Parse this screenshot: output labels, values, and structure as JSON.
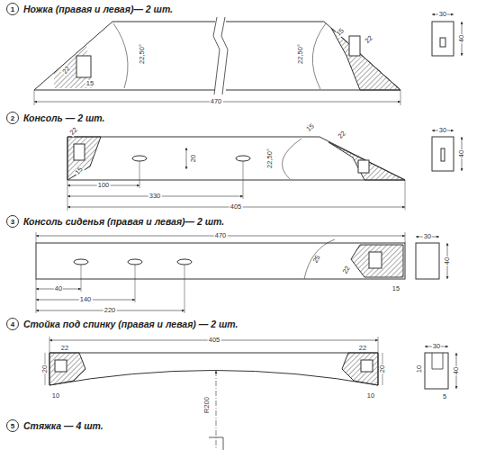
{
  "diagram": {
    "labels": [
      "1",
      "Ножка (правая и левая)— 2 шт.",
      "22",
      "15",
      "22,50°",
      "22,50°",
      "15",
      "22",
      "470",
      "30",
      "40",
      "2",
      "Консоль — 2 шт.",
      "22",
      "15",
      "20",
      "22,50°",
      "15",
      "22",
      "100",
      "330",
      "405",
      "30",
      "40",
      "3",
      "Консоль сиденья (правая и левая)— 2 шт.",
      "470",
      "40",
      "140",
      "220",
      "22",
      "25",
      "15",
      "30",
      "40",
      "4",
      "Стойка под спинку (правая и левая) — 2 шт.",
      "405",
      "22",
      "22",
      "20",
      "20",
      "10",
      "10",
      "R200",
      "30",
      "10",
      "40",
      "5",
      "5",
      "Стяжка — 4 шт."
    ]
  }
}
